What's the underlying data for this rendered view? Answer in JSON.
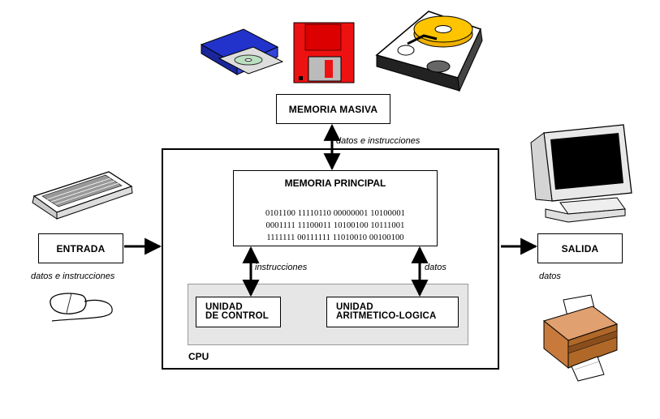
{
  "mass_memory": {
    "label": "MEMORIA MASIVA"
  },
  "main_memory": {
    "label": "MEMORIA PRINCIPAL",
    "bits": [
      "0101100 11110110 00000001 10100001",
      "0001111 11100011 10100100 10111001",
      "1111111 00111111 11010010 00100100"
    ]
  },
  "input": {
    "label": "ENTRADA",
    "caption": "datos e instrucciones"
  },
  "output": {
    "label": "SALIDA",
    "caption": "datos"
  },
  "control_unit": {
    "line1": "UNIDAD",
    "line2": "DE CONTROL"
  },
  "alu": {
    "line1": "UNIDAD",
    "line2": "ARITMETICO-LOGICA"
  },
  "cpu": {
    "label": "CPU"
  },
  "arrows": {
    "mass_to_main": "datos e instrucciones",
    "main_to_control": "instrucciones",
    "main_to_alu": "datos"
  },
  "icons": [
    "cd-drive-icon",
    "floppy-disk-icon",
    "hard-disk-icon",
    "keyboard-icon",
    "mouse-icon",
    "monitor-icon",
    "printer-icon"
  ]
}
